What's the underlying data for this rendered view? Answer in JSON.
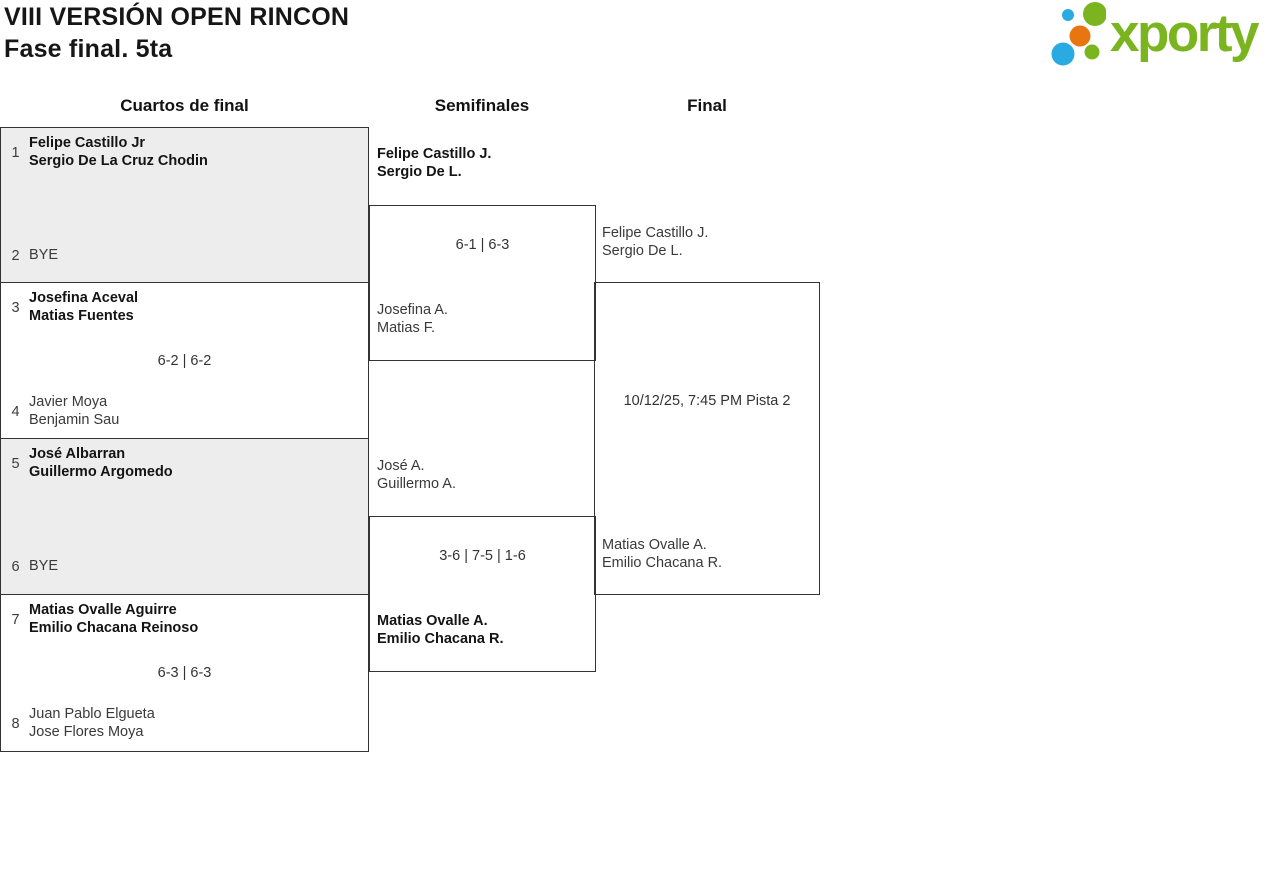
{
  "header": {
    "title": "VIII VERSIÓN OPEN RINCON",
    "subtitle": "Fase final. 5ta"
  },
  "logo": {
    "brand": "xporty",
    "green": "#7ab41e",
    "blue": "#29abe2",
    "orange": "#e8750f"
  },
  "colors": {
    "bye_fill": "#ededed",
    "border": "#333333"
  },
  "columns": {
    "quarterfinals": "Cuartos de final",
    "semifinals": "Semifinales",
    "final": "Final"
  },
  "quarterfinals": [
    {
      "seed1": "1",
      "team1_line1": "Felipe Castillo Jr",
      "team1_line2": "Sergio De La Cruz Chodin",
      "seed2": "2",
      "team2_line1": "BYE"
    },
    {
      "seed1": "3",
      "team1_line1": "Josefina Aceval",
      "team1_line2": "Matias Fuentes",
      "score": "6-2 | 6-2",
      "seed2": "4",
      "team2_line1": "Javier Moya",
      "team2_line2": "Benjamin Sau"
    },
    {
      "seed1": "5",
      "team1_line1": "José Albarran",
      "team1_line2": "Guillermo Argomedo",
      "seed2": "6",
      "team2_line1": "BYE"
    },
    {
      "seed1": "7",
      "team1_line1": "Matias Ovalle Aguirre",
      "team1_line2": "Emilio Chacana Reinoso",
      "score": "6-3 | 6-3",
      "seed2": "8",
      "team2_line1": "Juan Pablo Elgueta",
      "team2_line2": "Jose Flores Moya"
    }
  ],
  "semifinals": [
    {
      "team1_line1": "Felipe Castillo J.",
      "team1_line2": "Sergio De L.",
      "score": "6-1 | 6-3",
      "team2_line1": "Josefina A.",
      "team2_line2": "Matias F."
    },
    {
      "team1_line1": "José A.",
      "team1_line2": "Guillermo A.",
      "score": "3-6 | 7-5 | 1-6",
      "team2_line1": "Matias Ovalle A.",
      "team2_line2": "Emilio Chacana R."
    }
  ],
  "final": {
    "team1_line1": "Felipe Castillo J.",
    "team1_line2": "Sergio De L.",
    "schedule": "10/12/25, 7:45 PM Pista 2",
    "team2_line1": "Matias Ovalle A.",
    "team2_line2": "Emilio Chacana R."
  }
}
